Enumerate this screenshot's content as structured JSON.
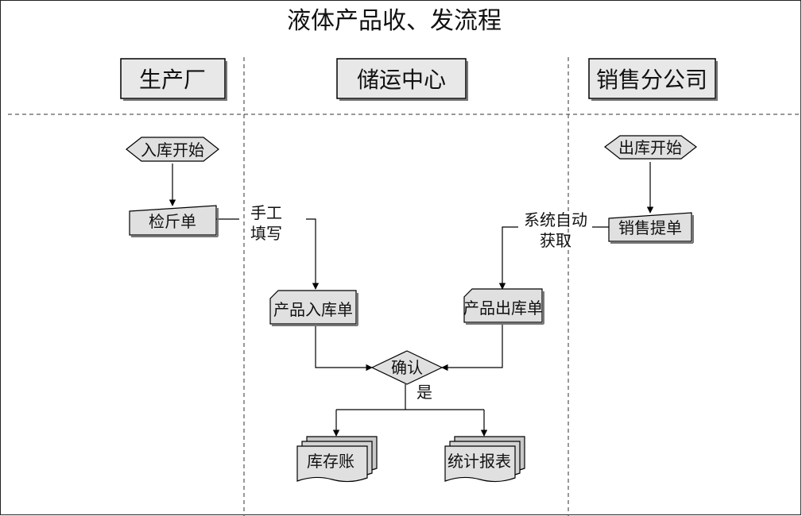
{
  "title": "液体产品收、发流程",
  "lanes": [
    {
      "id": "factory",
      "label": "生产厂"
    },
    {
      "id": "storage",
      "label": "储运中心"
    },
    {
      "id": "sales",
      "label": "销售分公司"
    }
  ],
  "nodes": {
    "inbound_start": "入库开始",
    "weigh_slip": "检斤单",
    "product_inbound_slip": "产品入库单",
    "outbound_start": "出库开始",
    "sales_slip": "销售提单",
    "product_outbound_slip": "产品出库单",
    "confirm": "确认",
    "inventory_ledger": "库存账",
    "statistics_report": "统计报表"
  },
  "labels": {
    "manual_fill_line1": "手工",
    "manual_fill_line2": "填写",
    "auto_fetch_line1": "系统自动",
    "auto_fetch_line2": "获取",
    "yes": "是"
  },
  "colors": {
    "box_fill": "#e0e0e0",
    "header_fill": "#e8e8e8",
    "line": "#000000",
    "dashed": "#333333"
  }
}
